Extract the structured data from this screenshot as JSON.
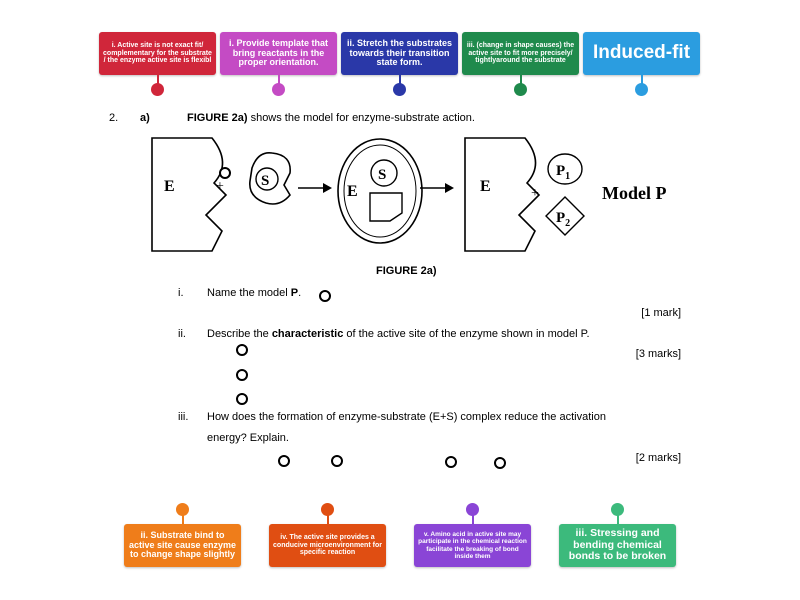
{
  "top_tiles": [
    {
      "text": "i. Active site is not exact fit/ complementary for the substrate / the enzyme active site is flexibl",
      "color": "#d0263a"
    },
    {
      "text": "i. Provide template that bring reactants in the proper orientation.",
      "color": "#c44bc4"
    },
    {
      "text": "ii. Stretch the substrates towards their transition state form.",
      "color": "#2a38a8"
    },
    {
      "text": "iii. (change in shape causes) the active site to fit more precisely/ tightlyaround the substrate",
      "color": "#1f8a4c"
    },
    {
      "text": "Induced-fit",
      "color": "#2b9de0"
    }
  ],
  "bottom_tiles": [
    {
      "text": "ii. Substrate bind to active site cause enzyme to change shape slightly",
      "color": "#ef7d1a"
    },
    {
      "text": "iv. The active site provides a conducive microenvironment for specific reaction",
      "color": "#e04e12"
    },
    {
      "text": "v. Amino acid in active site may participate in the chemical reaction facilitate the breaking of bond inside them",
      "color": "#8a45d6"
    },
    {
      "text": "iii. Stressing and bending chemical bonds to be broken",
      "color": "#3cba7c"
    }
  ],
  "question": {
    "number": "2.",
    "part": "a)",
    "figure_ref": "FIGURE 2a)",
    "intro": " shows the model for enzyme-substrate action.",
    "figure_caption": "FIGURE 2a)",
    "diagram": {
      "enzyme": "E",
      "substrate": "S",
      "product1": "P",
      "product1_sub": "1",
      "product2": "P",
      "product2_sub": "2",
      "plus": "+",
      "model_label": "Model P"
    },
    "items": [
      {
        "num": "i.",
        "text_before": "Name the model ",
        "bold": "P",
        "text_after": ".",
        "marks": "[1 mark]"
      },
      {
        "num": "ii.",
        "text_before": "Describe the ",
        "bold": "characteristic",
        "text_after": " of the active site of the enzyme shown in model P.",
        "marks": "[3 marks]"
      },
      {
        "num": "iii.",
        "text_before": "How does the formation of enzyme-substrate (E+S) complex reduce the activation",
        "line2": "energy? Explain.",
        "marks": "[2 marks]"
      }
    ]
  }
}
